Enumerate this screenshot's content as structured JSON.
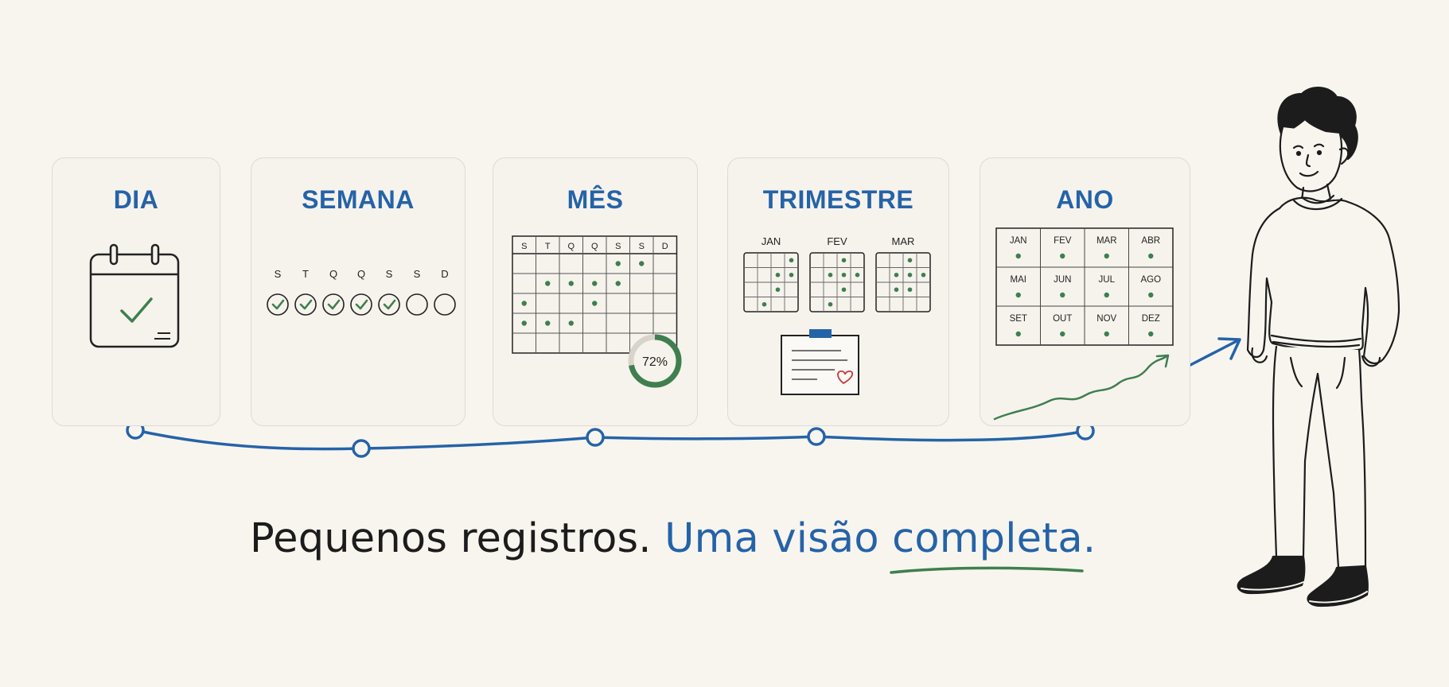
{
  "periods": [
    {
      "label": "DIA"
    },
    {
      "label": "SEMANA",
      "weekdays": [
        "S",
        "T",
        "Q",
        "Q",
        "S",
        "S",
        "D"
      ],
      "checked": 5
    },
    {
      "label": "MÊS",
      "weekdays": [
        "S",
        "T",
        "Q",
        "Q",
        "S",
        "S",
        "D"
      ],
      "progress": "72%"
    },
    {
      "label": "TRIMESTRE",
      "months": [
        "JAN",
        "FEV",
        "MAR"
      ]
    },
    {
      "label": "ANO",
      "months": [
        "JAN",
        "FEV",
        "MAR",
        "ABR",
        "MAI",
        "JUN",
        "JUL",
        "AGO",
        "SET",
        "OUT",
        "NOV",
        "DEZ"
      ]
    }
  ],
  "headline": {
    "part1": "Pequenos registros.",
    "part2": "Uma visão completa."
  },
  "colors": {
    "accent": "#2563a8",
    "green": "#3f7f4f",
    "background": "#f8f5ef"
  }
}
